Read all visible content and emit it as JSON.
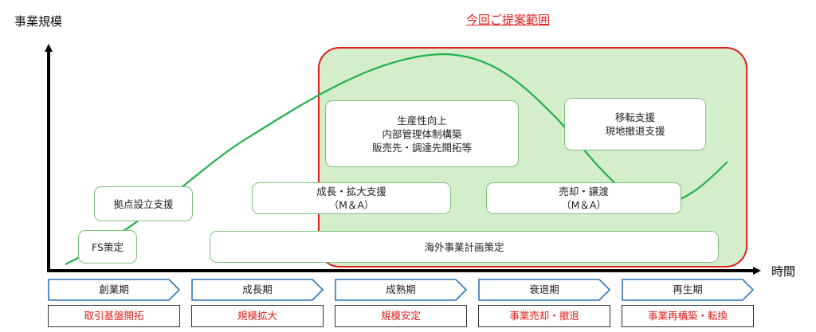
{
  "axes": {
    "y_label": "事業規模",
    "x_label": "時間"
  },
  "proposal": {
    "title": "今回ご提案範囲"
  },
  "boxes": {
    "fs": [
      "FS策定"
    ],
    "base": [
      "拠点設立支援"
    ],
    "productivity": [
      "生産性向上",
      "内部管理体制構築",
      "販売先・調達先開拓等"
    ],
    "relocation": [
      "移転支援",
      "現地撤退支援"
    ],
    "growth_support": [
      "成長・拡大支援",
      "（M＆A）"
    ],
    "sale_support": [
      "売却・譲渡",
      "（M＆A）"
    ],
    "overseas_plan": [
      "海外事業計画策定"
    ]
  },
  "phases": [
    "創業期",
    "成長期",
    "成熟期",
    "衰退期",
    "再生期"
  ],
  "results": [
    "取引基盤開拓",
    "規模拡大",
    "規模安定",
    "事業売却・撤退",
    "事業再構築・転換"
  ],
  "colors": {
    "proposal_fill": "#d4edcb",
    "proposal_border": "#e0201b",
    "curve": "#22b14c",
    "box_border": "#7cc47c",
    "phase_border": "#2e75b6",
    "result_text": "#e0201b"
  }
}
